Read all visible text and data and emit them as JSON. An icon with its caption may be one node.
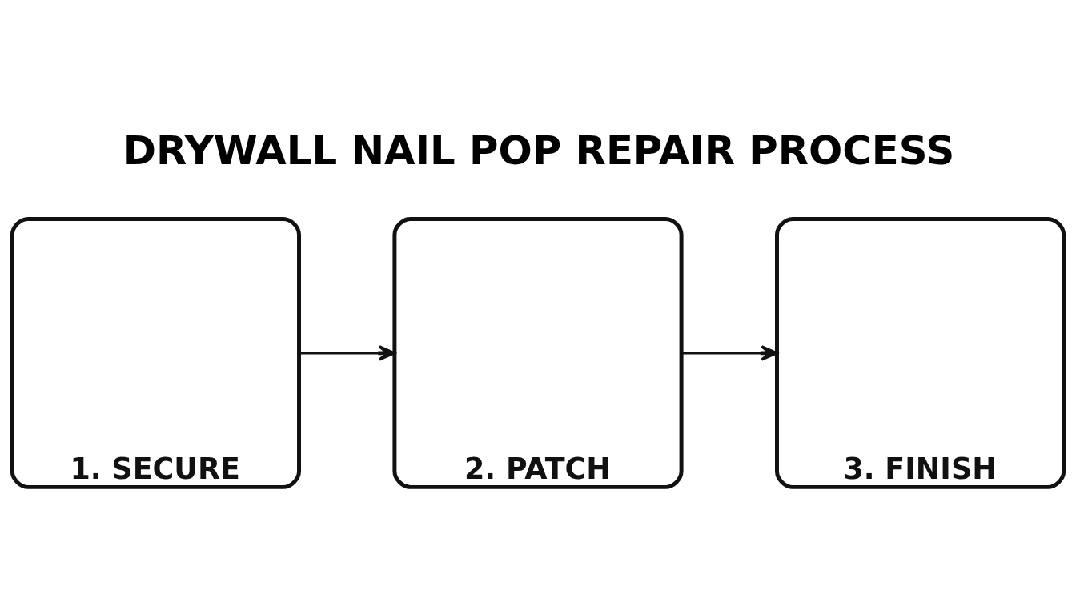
{
  "diagram": {
    "title": "DRYWALL NAIL POP REPAIR PROCESS",
    "nodes": [
      {
        "text": [
          "1. SECURE"
        ]
      },
      {
        "text": [
          "2. PATCH"
        ]
      },
      {
        "text": [
          "3. FINISH"
        ]
      }
    ],
    "edges": [
      {
        "from": 0,
        "to": 1,
        "arrow": "to"
      },
      {
        "from": 1,
        "to": 2,
        "arrow": "to"
      }
    ]
  }
}
